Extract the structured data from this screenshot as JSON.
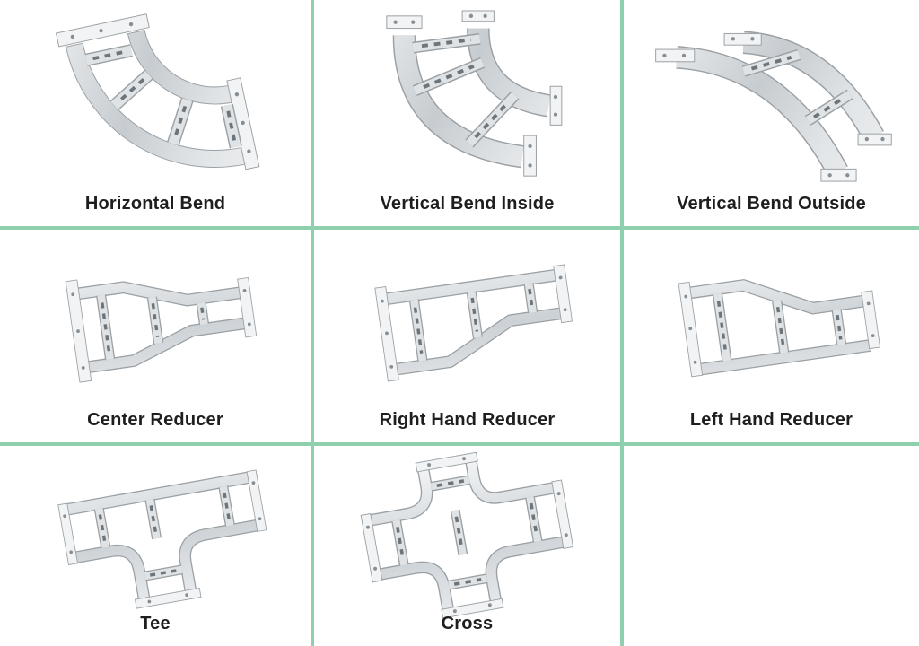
{
  "grid": {
    "line_color": "#8ecfad",
    "background": "#ffffff",
    "label_color": "#1e1e1e",
    "rows": 3,
    "columns": 3
  },
  "cells": [
    {
      "label": "Horizontal Bend",
      "icon": "horizontal-bend-image"
    },
    {
      "label": "Vertical Bend Inside",
      "icon": "vertical-bend-inside-image"
    },
    {
      "label": "Vertical Bend Outside",
      "icon": "vertical-bend-outside-image"
    },
    {
      "label": "Center Reducer",
      "icon": "center-reducer-image"
    },
    {
      "label": "Right Hand Reducer",
      "icon": "right-hand-reducer-image"
    },
    {
      "label": "Left Hand Reducer",
      "icon": "left-hand-reducer-image"
    },
    {
      "label": "Tee",
      "icon": "tee-image"
    },
    {
      "label": "Cross",
      "icon": "cross-image"
    },
    {
      "label": "",
      "icon": ""
    }
  ]
}
